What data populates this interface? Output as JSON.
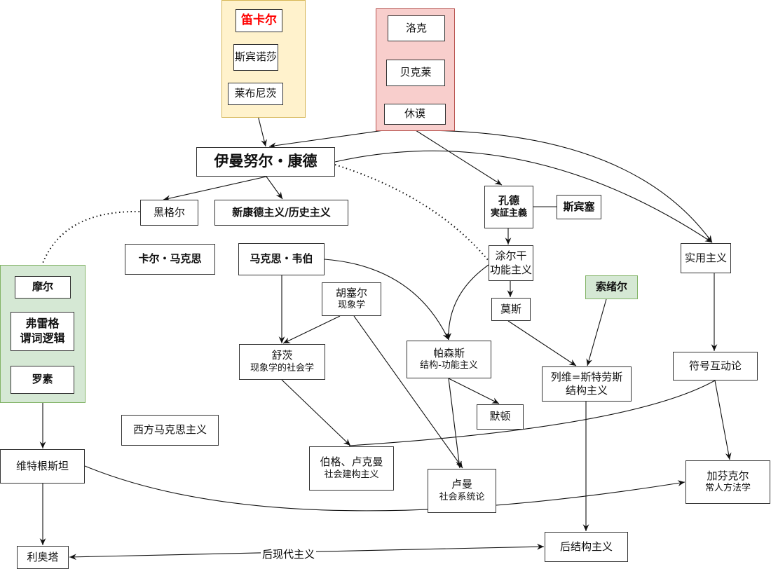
{
  "groups": {
    "rationalism": {
      "fill": "#fff2cc",
      "stroke": "#d6b656"
    },
    "empiricism": {
      "fill": "#f8cecc",
      "stroke": "#b85450"
    },
    "analytic": {
      "fill": "#d5e8d4",
      "stroke": "#82b366"
    }
  },
  "nodes": {
    "descartes": "笛卡尔",
    "spinoza": "斯宾诺莎",
    "leibniz": "莱布尼茨",
    "locke": "洛克",
    "berkeley": "贝克莱",
    "hume": "休谟",
    "kant": "伊曼努尔・康德",
    "hegel": "黑格尔",
    "neokant": "新康德主义/历史主义",
    "marx": "卡尔・马克思",
    "weber": "马克思・韦伯",
    "comte": "孔德",
    "comte_sub": "実証主義",
    "spencer": "斯宾塞",
    "durkheim": "涂尔干",
    "durkheim_sub": "功能主义",
    "mauss": "莫斯",
    "pragmatism": "实用主义",
    "saussure": "索绪尔",
    "husserl": "胡塞尔",
    "husserl_sub": "现象学",
    "schutz": "舒茨",
    "schutz_sub": "现象学的社会学",
    "parsons": "帕森斯",
    "parsons_sub": "结构-功能主义",
    "merton": "默顿",
    "levi": "列维=斯特劳斯",
    "levi_sub": "结构主义",
    "symbolic": "符号互动论",
    "moore": "摩尔",
    "frege": "弗雷格",
    "frege_sub": "谓词逻辑",
    "russell": "罗素",
    "western_marxism": "西方马克思主义",
    "wittgenstein": "维特根斯坦",
    "berger": "伯格、卢克曼",
    "berger_sub": "社会建构主义",
    "luhmann": "卢曼",
    "luhmann_sub": "社会系统论",
    "garfinkel": "加芬克尔",
    "garfinkel_sub": "常人方法学",
    "lyotard": "利奥塔",
    "poststructuralism": "后结构主义"
  },
  "edge_labels": {
    "postmodernism": "后现代主义"
  },
  "colors": {
    "descartes_text": "#ff0000"
  }
}
